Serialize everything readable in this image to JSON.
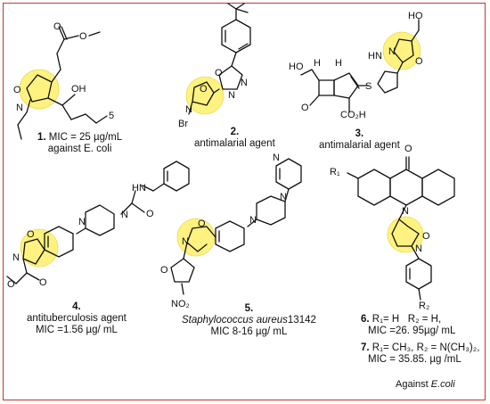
{
  "colors": {
    "frame_border": "#c0392b",
    "highlight": "#fff27a",
    "ink": "#111111"
  },
  "compounds": [
    {
      "number": "1.",
      "lines": [
        "MIC = 25 µg/mL",
        "against E. coli"
      ]
    },
    {
      "number": "2.",
      "lines": [
        "antimalarial agent"
      ]
    },
    {
      "number": "3.",
      "lines": [
        "antimalarial agent"
      ]
    },
    {
      "number": "4.",
      "lines": [
        "antituberculosis  agent",
        "MIC =1.56 µg/ mL"
      ]
    },
    {
      "number": "5.",
      "organism": "Staphylococcus aureus",
      "strain": "13142",
      "lines": [
        "MIC 8-16 µg/ mL"
      ]
    },
    {
      "number": "6.",
      "r1": "R₁= H",
      "r2": "R₂ = H,",
      "mic": "MIC =26. 95µg/ mL"
    },
    {
      "number": "7.",
      "r1": "R₁= CH₃,",
      "r2": "R₂ = N(CH₃)₂,",
      "mic": "MIC = 35.85. µg /mL"
    }
  ],
  "footer": {
    "prefix": "Against ",
    "organism": "E.coli"
  },
  "atom_labels": {
    "O": "O",
    "N": "N",
    "OH": "OH",
    "HO": "HO",
    "H": "H",
    "NH": "N",
    "Br": "Br",
    "CO2H": "CO₂H",
    "NO2": "NO₂",
    "S": "S",
    "R1": "R₁",
    "R2": "R₂",
    "HN": "HN",
    "sub5": "5"
  }
}
